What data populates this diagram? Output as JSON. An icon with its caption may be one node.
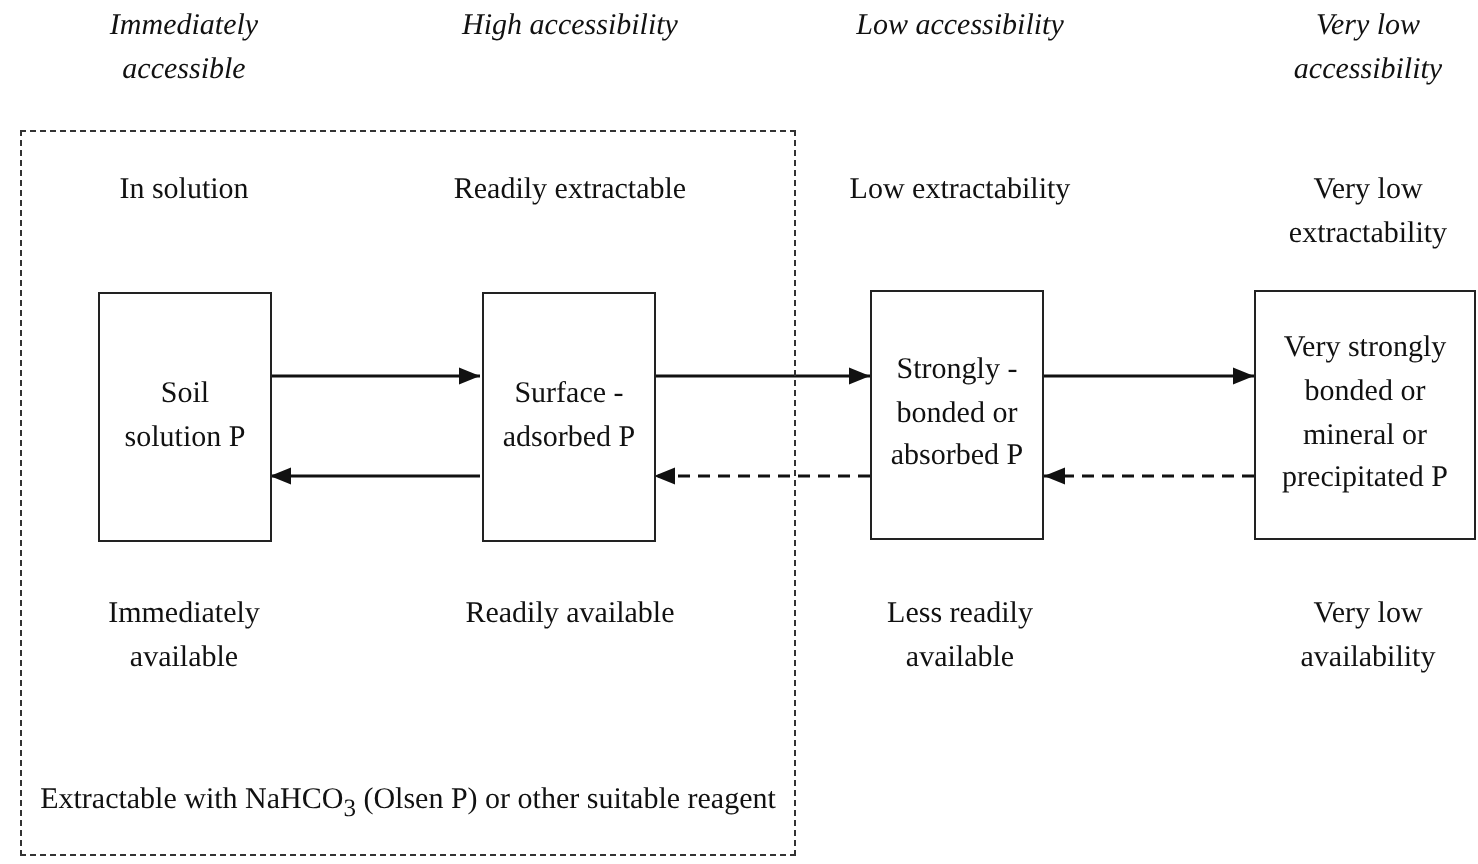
{
  "diagram": {
    "nodes": [
      {
        "text": [
          "Extractable with NaHCO$_{3}$ (Olsen P) or other suitable reagent"
        ]
      },
      {
        "text": [
          "Soil solution P"
        ],
        "in": 0
      },
      {
        "text": [
          "Surface - adsorbed P"
        ],
        "in": 0
      },
      {
        "text": [
          "Strongly - bonded or absorbed P"
        ]
      },
      {
        "text": [
          "Very strongly bonded or mineral or precipitated P"
        ]
      }
    ],
    "edges": [
      {
        "from": 1,
        "to": 2,
        "arrow": "to"
      },
      {
        "from": 2,
        "to": 1,
        "arrow": "to"
      },
      {
        "from": 2,
        "to": 3,
        "arrow": "to"
      },
      {
        "from": 3,
        "to": 2,
        "arrow": "to",
        "style": "dashed"
      },
      {
        "from": 3,
        "to": 4,
        "arrow": "to"
      },
      {
        "from": 4,
        "to": 3,
        "arrow": "to",
        "style": "dashed"
      }
    ],
    "labels": [
      "Immediately accessible",
      "High accessibility",
      "Low accessibility",
      "Very low accessibility",
      "In solution",
      "Readily extractable",
      "Low extractability",
      "Very low extractability",
      "Immediately available",
      "Readily available",
      "Less readily available",
      "Very low availability"
    ]
  }
}
